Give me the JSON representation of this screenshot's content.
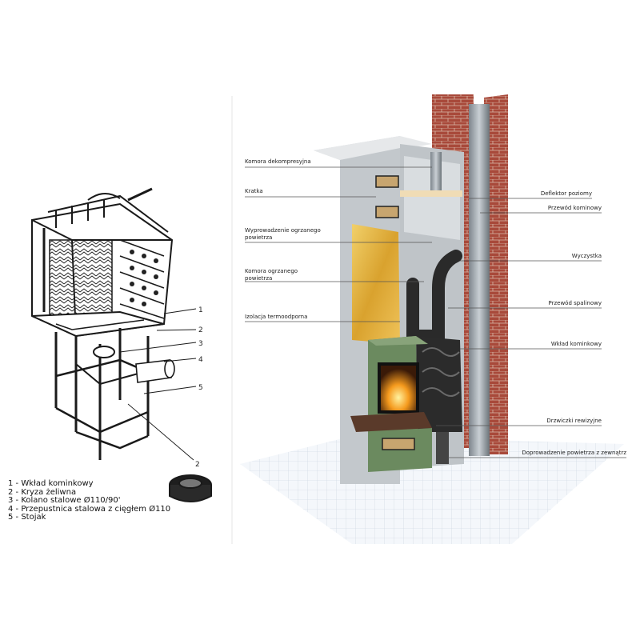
{
  "exploded_view": {
    "part_numbers": [
      "1",
      "2",
      "3",
      "4",
      "5"
    ],
    "detached_part_number": "2"
  },
  "legend": [
    "1 - Wkład kominkowy",
    "2 - Kryza żeliwna",
    "3 - Kolano stalowe Ø110/90'",
    "4 - Przepustnica stalowa z cięgłem Ø110",
    "5 - Stojak"
  ],
  "callouts_left": [
    "Komora dekompresyjna",
    "Kratka",
    "Wyprowadzenie ogrzanego",
    "powietrza",
    "Komora ogrzanego",
    "powietrza",
    "Izolacja termoodporna"
  ],
  "callouts_right": [
    "Deflektor poziomy",
    "Przewód kominowy",
    "Wyczystka",
    "Przewód spalinowy",
    "Wkład kominkowy",
    "Drzwiczki rewizyjne",
    "Doprowadzenie powietrza z zewnątrz"
  ],
  "colors": {
    "brick": "#a8493a",
    "insulation": "#e2b53a",
    "stove": "#2b2b2b",
    "tile": "#5f7a55",
    "wall": "#cfd3d6",
    "floor": "#eef3f8",
    "line": "#333333"
  }
}
